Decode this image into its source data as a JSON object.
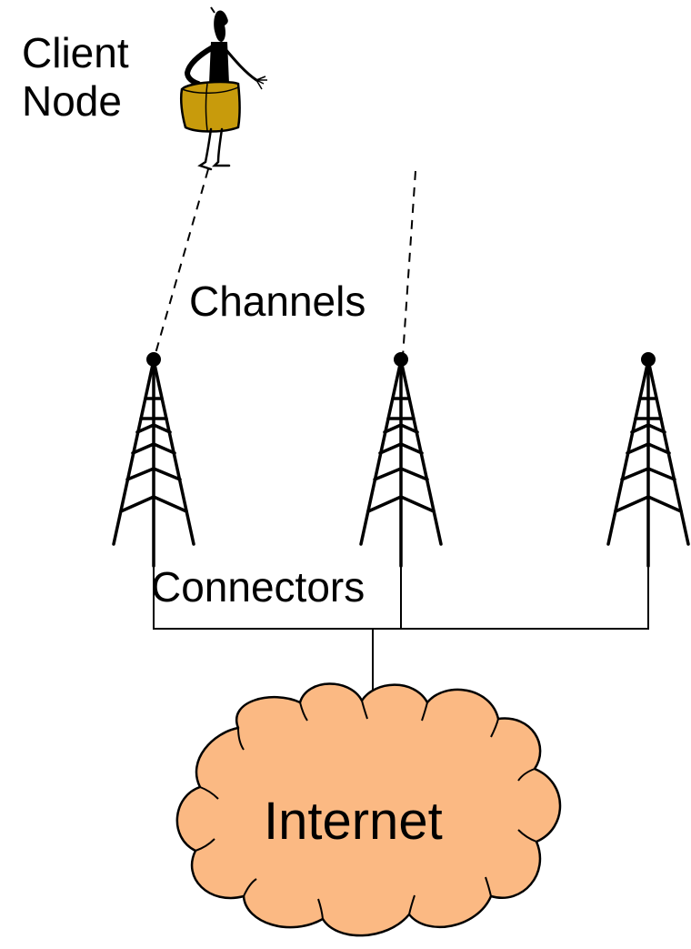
{
  "diagram": {
    "client_node": {
      "line1": "Client",
      "line2": "Node"
    },
    "channels_label": "Channels",
    "connectors_label": "Connectors",
    "internet_label": "Internet",
    "tower_count": 3,
    "colors": {
      "cloud_fill": "#fbb983",
      "cloud_stroke": "#000000",
      "box_fill": "#c89b0c",
      "line": "#000000"
    }
  }
}
